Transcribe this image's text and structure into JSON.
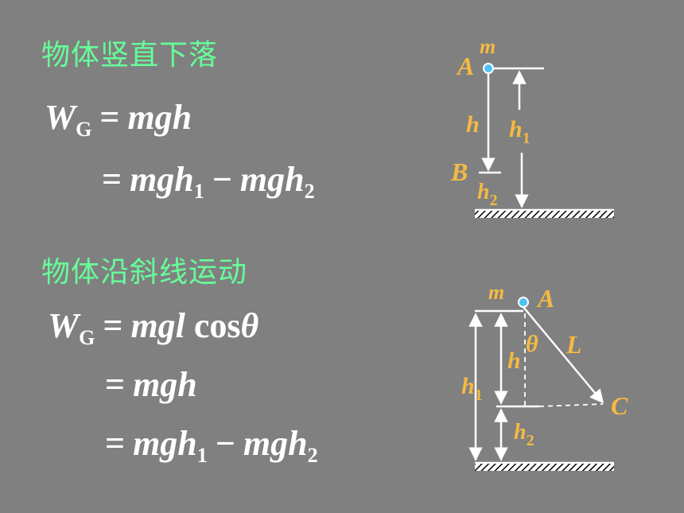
{
  "section1": {
    "heading": "物体竖直下落",
    "eq1": {
      "lhs": "W",
      "lhs_sub": "G",
      "op": "=",
      "rhs": "mgh"
    },
    "eq2": {
      "op": "=",
      "t1": "mgh",
      "t1_sub": "1",
      "minus": "−",
      "t2": "mgh",
      "t2_sub": "2"
    },
    "diagram": {
      "mass": "m",
      "pointA": "A",
      "pointB": "B",
      "h": "h",
      "h1": "h",
      "h1_sub": "1",
      "h2": "h",
      "h2_sub": "2"
    }
  },
  "section2": {
    "heading": "物体沿斜线运动",
    "eq1": {
      "lhs": "W",
      "lhs_sub": "G",
      "op": "=",
      "rhs": "mgl",
      "func": "cos",
      "angle": "θ"
    },
    "eq2": {
      "op": "=",
      "rhs": "mgh"
    },
    "eq3": {
      "op": "=",
      "t1": "mgh",
      "t1_sub": "1",
      "minus": "−",
      "t2": "mgh",
      "t2_sub": "2"
    },
    "diagram": {
      "mass": "m",
      "pointA": "A",
      "pointC": "C",
      "L": "L",
      "theta": "θ",
      "h": "h",
      "h1": "h",
      "h1_sub": "1",
      "h2": "h",
      "h2_sub": "2"
    }
  },
  "colors": {
    "background": "#808080",
    "heading": "#66ff99",
    "label": "#f5b942",
    "line": "#ffffff",
    "point": "#4fc3f7"
  }
}
